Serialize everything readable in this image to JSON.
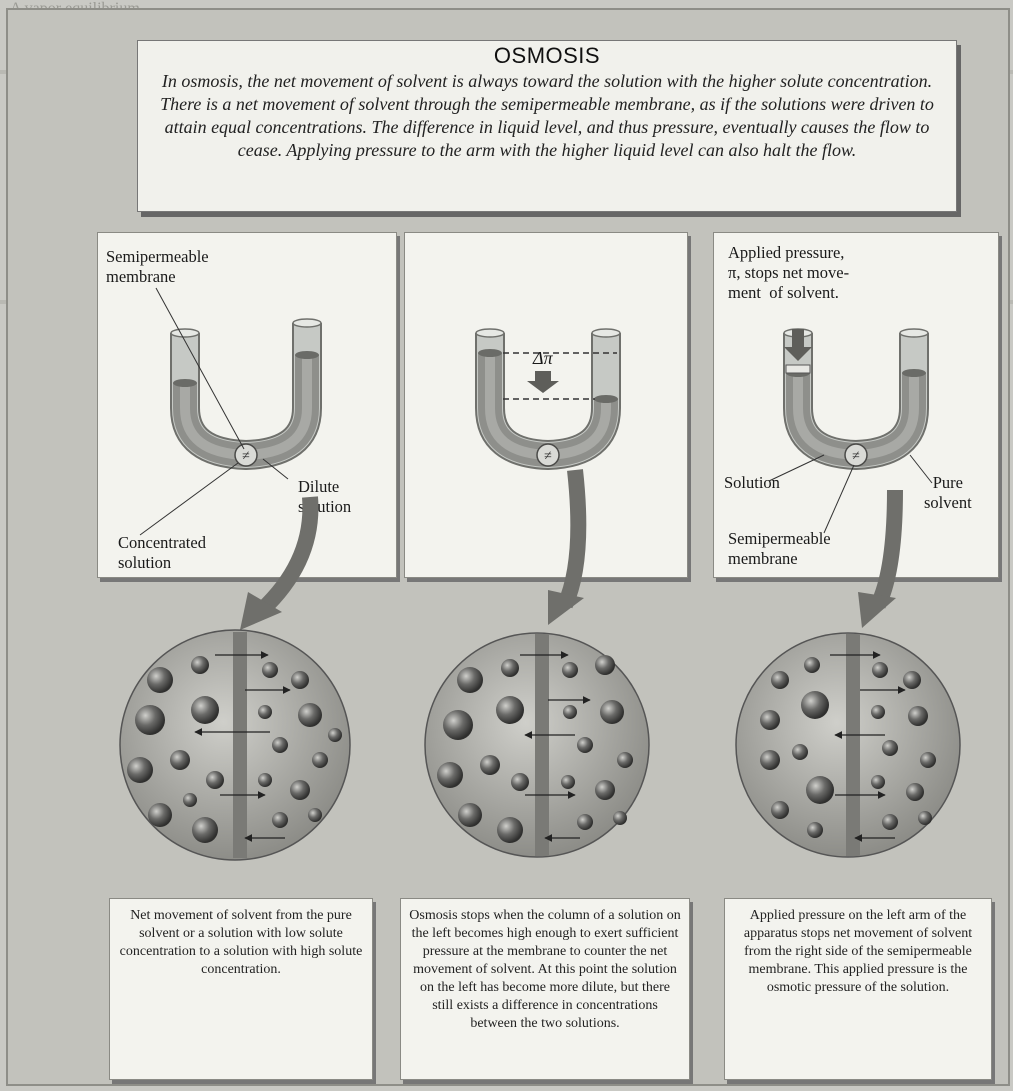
{
  "header": {
    "title": "OSMOSIS",
    "description": "In osmosis, the net movement of solvent is always toward the solution with the higher solute concentration. There is a net movement of solvent through the semipermeable membrane, as if the solutions were driven to attain equal concentrations. The difference in liquid level, and thus pressure, eventually causes the flow to cease. Applying pressure to the arm with the higher liquid level can also halt the flow."
  },
  "panel1": {
    "semipermeable_membrane": "Semipermeable\nmembrane",
    "dilute_solution": "Dilute\nsolution",
    "concentrated_solution": "Concentrated\nsolution"
  },
  "panel2": {
    "delta_pi": "Δπ"
  },
  "panel3": {
    "applied_pressure": "Applied pressure,\nπ, stops net move-\nment  of solvent.",
    "solution": "Solution",
    "pure_solvent": "Pure\nsolvent",
    "semipermeable_membrane": "Semipermeable\nmembrane"
  },
  "captions": [
    "Net movement of solvent from the pure solvent or a solution with low solute concentration to a solution with high solute concentration.",
    "Osmosis stops when the column of a solution on the left becomes high enough to exert sufficient pressure at the membrane to counter the net movement of solvent. At this point the solution on the left has become more dilute, but there still exists a difference in concentrations between the two solutions.",
    "Applied pressure on the left arm of the apparatus stops net movement of solvent from the right side of the semipermeable membrane. This applied pressure is the osmotic pressure of the solution."
  ],
  "colors": {
    "tube_glass": "#b9bcb8",
    "solution_liquid": "#8f8f8a",
    "membrane_band": "#7a7a76",
    "curved_arrow": "#6f6f6b",
    "particle_dark": "#4a4a4a"
  }
}
